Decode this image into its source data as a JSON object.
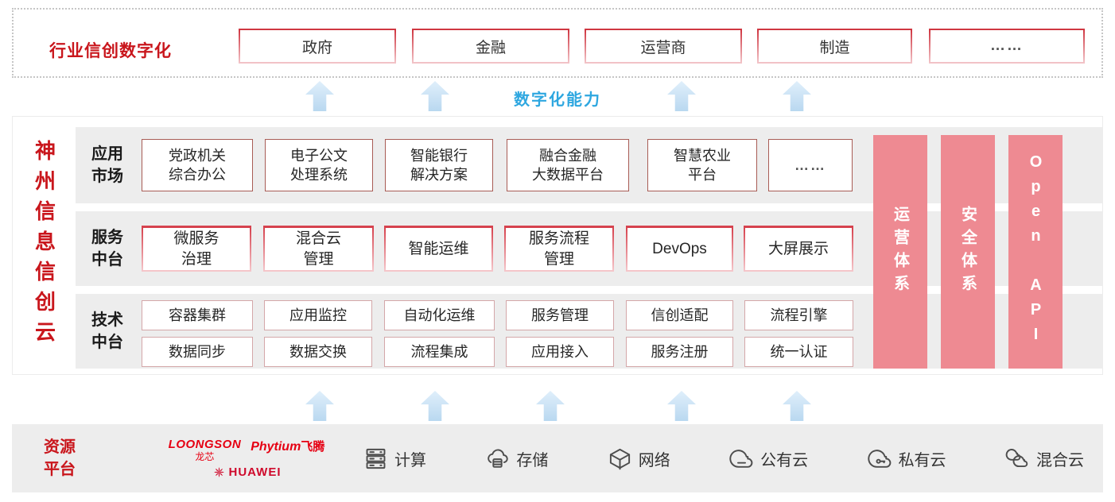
{
  "colors": {
    "accent_red": "#c9161c",
    "bar_pink": "#ee8a92",
    "capability_cyan": "#2ea7e0",
    "arrow_blue": "#b9d8f0",
    "panel_gray": "#ededed"
  },
  "top_section": {
    "title": "行业信创数字化",
    "industries": [
      "政府",
      "金融",
      "运营商",
      "制造",
      "……"
    ]
  },
  "capability_label": "数字化能力",
  "platform": {
    "title": "神州信息信创云",
    "app_row": {
      "label": "应用\n市场",
      "items": [
        "党政机关\n综合办公",
        "电子公文\n处理系统",
        "智能银行\n解决方案",
        "融合金融\n大数据平台",
        "智慧农业\n平台",
        "……"
      ]
    },
    "service_row": {
      "label": "服务\n中台",
      "items": [
        "微服务\n治理",
        "混合云\n管理",
        "智能运维",
        "服务流程\n管理",
        "DevOps",
        "大屏展示"
      ]
    },
    "tech_row": {
      "label": "技术\n中台",
      "items_top": [
        "容器集群",
        "应用监控",
        "自动化运维",
        "服务管理",
        "信创适配",
        "流程引擎"
      ],
      "items_bottom": [
        "数据同步",
        "数据交换",
        "流程集成",
        "应用接入",
        "服务注册",
        "统一认证"
      ]
    },
    "side_bars": [
      "运营体系",
      "安全体系",
      "Open API"
    ]
  },
  "resource_section": {
    "label": "资源\n平台",
    "vendors": {
      "loongson": "LOONGSON",
      "loongson_sub": "龙芯",
      "phytium": "Phytium",
      "phytium_sub": "飞腾",
      "huawei": "HUAWEI"
    },
    "items": [
      {
        "icon": "compute-icon",
        "label": "计算"
      },
      {
        "icon": "storage-icon",
        "label": "存储"
      },
      {
        "icon": "network-icon",
        "label": "网络"
      },
      {
        "icon": "public-cloud-icon",
        "label": "公有云"
      },
      {
        "icon": "private-cloud-icon",
        "label": "私有云"
      },
      {
        "icon": "hybrid-cloud-icon",
        "label": "混合云"
      }
    ]
  }
}
